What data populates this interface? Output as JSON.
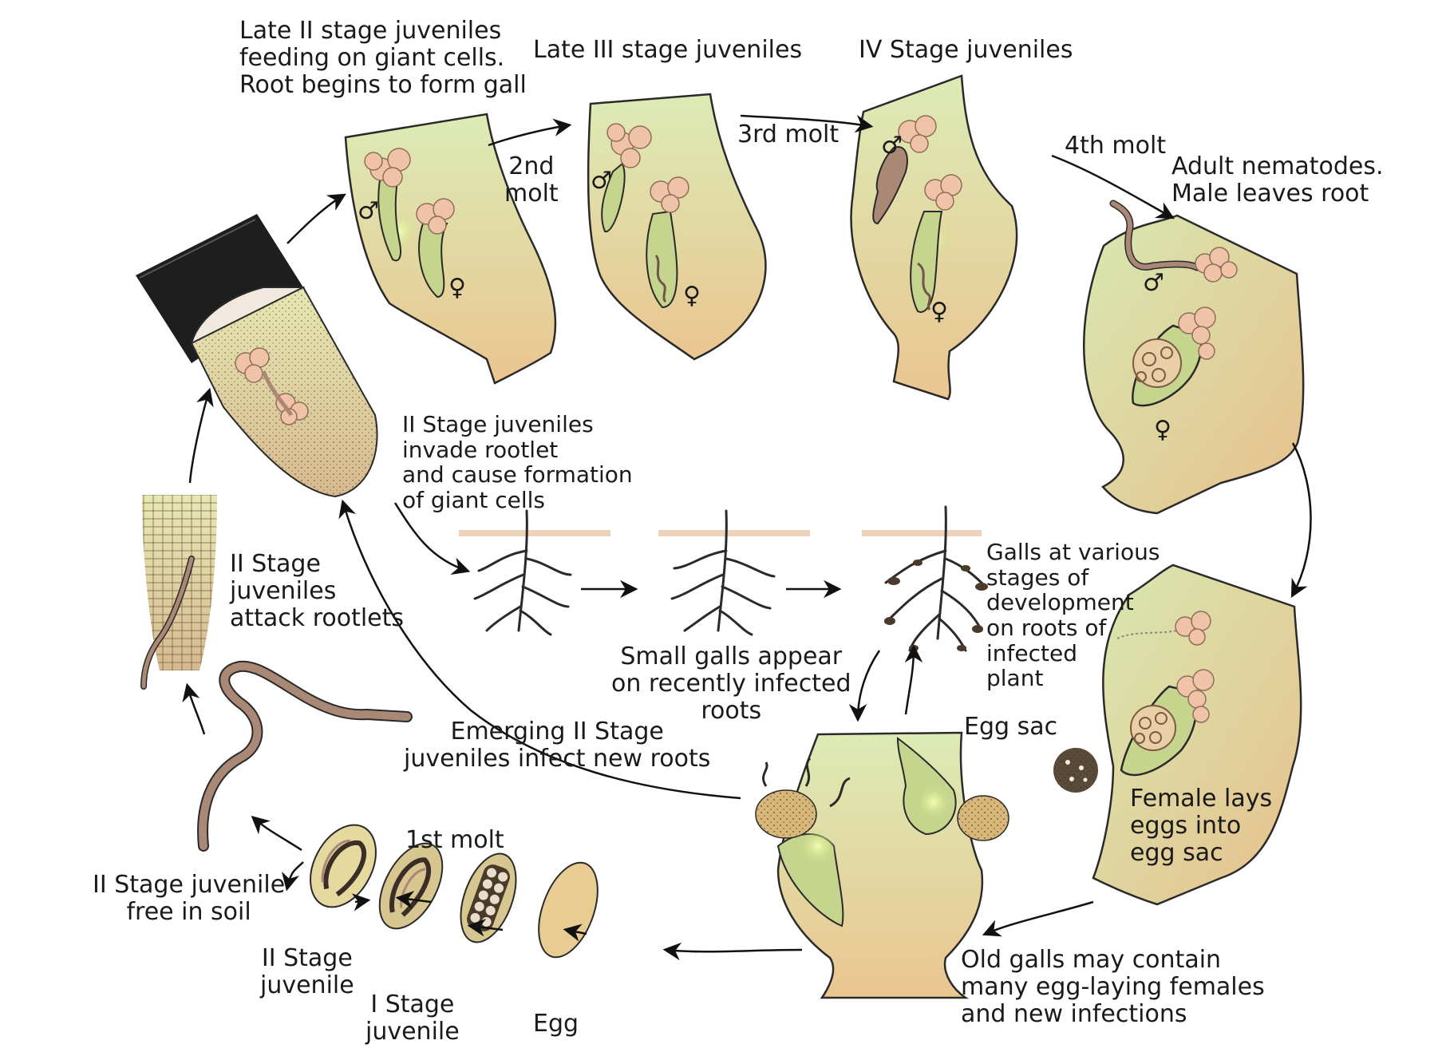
{
  "labels": {
    "late_ii": "Late II stage juveniles\nfeeding on giant cells.\nRoot begins to form gall",
    "late_iii": "Late III stage juveniles",
    "iv_stage": "IV Stage juveniles",
    "second_molt": "2nd\nmolt",
    "third_molt": "3rd molt",
    "fourth_molt": "4th molt",
    "adult": "Adult nematodes.\nMale leaves root",
    "invade": "II Stage juveniles\ninvade rootlet\nand cause formation\nof giant cells",
    "attack": "II Stage\njuveniles\nattack rootlets",
    "small_galls": "Small galls appear\non recently infected\nroots",
    "galls_various": "Galls at various\nstages of\ndevelopment\non roots of\ninfected\nplant",
    "emerging": "Emerging II Stage\njuveniles infect new roots",
    "egg_sac": "Egg sac",
    "female_lays": "Female lays\neggs into\negg sac",
    "old_galls": "Old galls may contain\nmany egg-laying females\nand new infections",
    "free_soil": "II Stage juvenile\nfree in soil",
    "first_molt": "1st molt",
    "ii_juvenile": "II Stage\njuvenile",
    "i_juvenile": "I Stage\njuvenile",
    "egg": "Egg"
  },
  "symbols": {
    "male": "♂",
    "female": "♀"
  },
  "colors": {
    "gall_top": "#d9eab3",
    "gall_bottom": "#e9c48e",
    "outline": "#2a2a2a",
    "nematode": "#a98876",
    "root_tip": "#e8dcae",
    "soil": "#e9cdb4"
  }
}
